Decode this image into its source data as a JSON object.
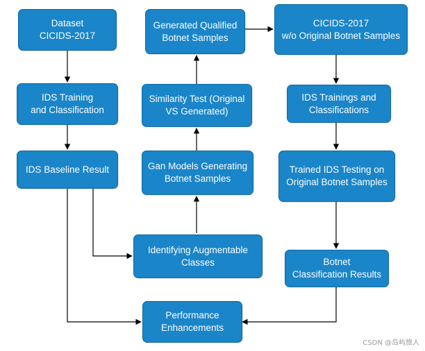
{
  "nodes": {
    "dataset": "Dataset\nCICIDS-2017",
    "ids_training": "IDS Training\nand Classification",
    "ids_baseline": "IDS Baseline Result",
    "identifying": "Identifying Augmentable\nClasses",
    "performance": "Performance\nEnhancements",
    "gan_models": "Gan Models Generating\nBotnet Samples",
    "similarity": "Similarity Test (Original\nVS Generated)",
    "generated": "Generated Qualified\nBotnet Samples",
    "cicids_wo": "CICIDS-2017\nw/o Original Botnet Samples",
    "ids_trainings": "IDS Trainings and\nClassifications",
    "trained_testing": "Trained IDS Testing on\nOriginal Botnet Samples",
    "botnet_results": "Botnet\nClassification Results"
  },
  "watermark": "CSDN @岛屿旅人",
  "colors": {
    "node_fill": "#1a85c8",
    "node_border": "#10689f",
    "edge": "#000000"
  }
}
